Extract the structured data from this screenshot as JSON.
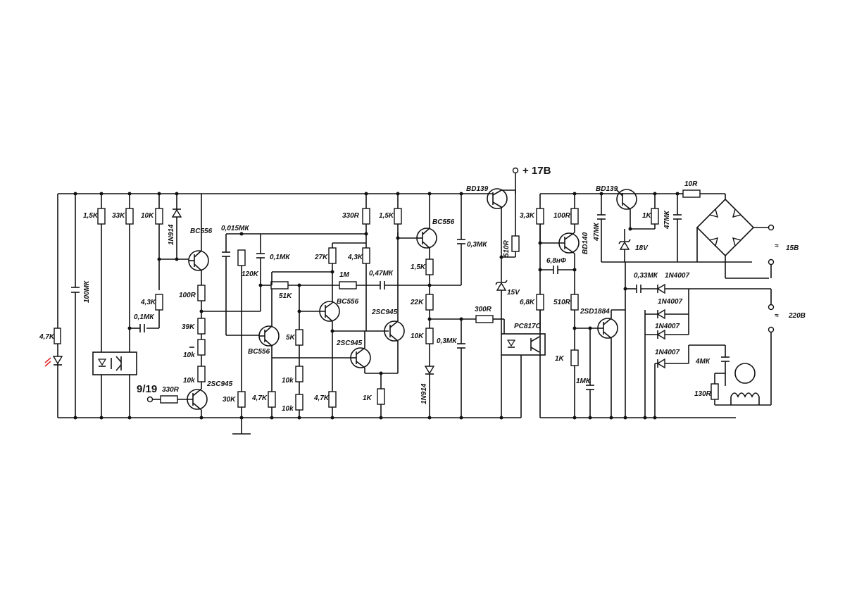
{
  "schematic": {
    "supply": {
      "label": "+ 17В",
      "transistor": "BD139"
    },
    "input": {
      "label": "9/19",
      "resistor": "330R",
      "transistor": "2SC945"
    },
    "left_column": {
      "led_resistor": "4,7K",
      "cap_main": "100МК",
      "r1": "1,5K",
      "r2": "33K",
      "r3": "10K",
      "diode": "1N914",
      "r4": "4,3K",
      "cap_small": "0,1МК"
    },
    "stage1": {
      "t1": "BC556",
      "r_emitter": "100R",
      "r_39k": "39K",
      "pot1": "10k",
      "pot2": "10k",
      "cap1": "0,015МК",
      "r_120k": "120K",
      "cap2": "0,1МК",
      "r_30k": "30K",
      "t2": "BC556",
      "r_51k": "51K",
      "r_5k": "5K",
      "pot3": "10k",
      "pot4": "10k",
      "r_4k7": "4,7K"
    },
    "stage2": {
      "r_330": "330R",
      "r_1k5a": "1,5K",
      "r_27k": "27K",
      "r_4k3": "4,3K",
      "r_1m": "1M",
      "cap_047": "0,47МК",
      "t_bc556": "BC556",
      "t_2sc945a": "2SC945",
      "t_2sc945b": "2SC945",
      "r_4k7": "4,7K",
      "r_1k": "1K"
    },
    "stage3": {
      "t_bc556": "BC556",
      "cap_03a": "0,3МК",
      "r_1k5": "1,5K",
      "r_22k": "22K",
      "r_10k": "10K",
      "diode": "1N914",
      "cap_03b": "0,3МК",
      "r_300": "300R",
      "r_510": "510R",
      "zener": "15V",
      "opto": "PC817C"
    },
    "driver": {
      "r_3k3": "3,3K",
      "r_100": "100R",
      "t_bd140": "BD140",
      "cap_68": "6,8нФ",
      "r_6k8": "6,8K",
      "r_510": "510R",
      "t_out": "2SD1884",
      "r_1k": "1K",
      "cap_1": "1МК"
    },
    "psu": {
      "t_bd139": "BD139",
      "cap_47a": "47МК",
      "r_1k": "1K",
      "cap_47b": "47МК",
      "zener": "18V",
      "r_10": "10R",
      "ac_low": "15В",
      "ac_high": "220В",
      "cap_033": "0,33МК",
      "diodes": [
        "1N4007",
        "1N4007",
        "1N4007",
        "1N4007"
      ],
      "cap_4": "4МК",
      "r_130": "130R"
    }
  }
}
